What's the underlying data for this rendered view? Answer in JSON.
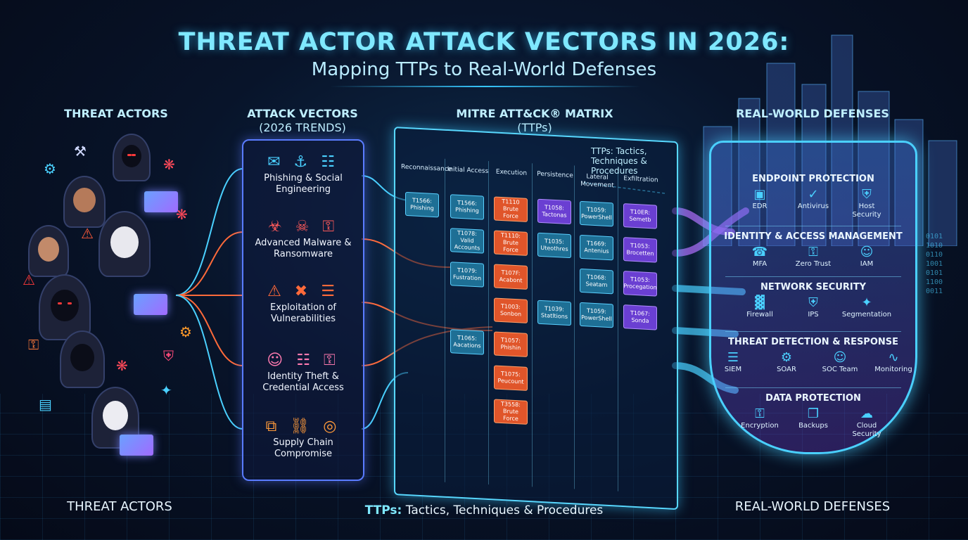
{
  "title": "THREAT ACTOR ATTACK VECTORS IN 2026:",
  "subtitle": "Mapping TTPs to Real-World Defenses",
  "columns": {
    "actors_head": "THREAT ACTORS",
    "vectors_head_1": "ATTACK VECTORS",
    "vectors_head_2": "(2026 TRENDS)",
    "matrix_head_1": "MITRE ATT&CK® MATRIX",
    "matrix_head_2": "(TTPs)",
    "defenses_head": "REAL-WORLD DEFENSES"
  },
  "footer": {
    "actors": "THREAT ACTORS",
    "ttps_bold": "TTPs:",
    "ttps_rest": " Tactics, Techniques & Procedures",
    "defenses": "REAL-WORLD DEFENSES"
  },
  "vectors": [
    {
      "label": "Phishing & Social Engineering",
      "icons": "✉ ⚓ ☷"
    },
    {
      "label": "Advanced Malware & Ransomware",
      "icons": "☣ ☠ ⚿"
    },
    {
      "label": "Exploitation of Vulnerabilities",
      "icons": "⚠ ✖ ☰"
    },
    {
      "label": "Identity Theft & Credential Access",
      "icons": "☺ ☷ ⚿"
    },
    {
      "label": "Supply Chain Compromise",
      "icons": "⧉ ⛓ ◎"
    }
  ],
  "matrix": {
    "note": "TTPs: Tactics, Techniques & Procedures",
    "tactics": [
      "Reconnaissance",
      "Initial Access",
      "Execution",
      "Persistence",
      "Lateral Movement",
      "Exfiltration"
    ],
    "cells": [
      {
        "col": 0,
        "row": 0,
        "id": "T1566:",
        "name": "Phishing",
        "color": "teal"
      },
      {
        "col": 1,
        "row": 0,
        "id": "T1566:",
        "name": "Phishing",
        "color": "teal"
      },
      {
        "col": 1,
        "row": 1,
        "id": "T1078:",
        "name": "Valid Accounts",
        "color": "teal"
      },
      {
        "col": 1,
        "row": 2,
        "id": "T1079:",
        "name": "Fustration",
        "color": "teal"
      },
      {
        "col": 1,
        "row": 4,
        "id": "T1065:",
        "name": "Aacations",
        "color": "teal"
      },
      {
        "col": 2,
        "row": 0,
        "id": "T1110",
        "name": "Brute Force",
        "color": "orange"
      },
      {
        "col": 2,
        "row": 1,
        "id": "T1110:",
        "name": "Brute Force",
        "color": "orange"
      },
      {
        "col": 2,
        "row": 2,
        "id": "T107F:",
        "name": "Acabont",
        "color": "orange"
      },
      {
        "col": 2,
        "row": 3,
        "id": "T1003:",
        "name": "Sonbon",
        "color": "orange"
      },
      {
        "col": 2,
        "row": 4,
        "id": "T1057:",
        "name": "Phishin",
        "color": "orange"
      },
      {
        "col": 2,
        "row": 5,
        "id": "T1075:",
        "name": "Peucount",
        "color": "orange"
      },
      {
        "col": 2,
        "row": 6,
        "id": "T3558:",
        "name": "Brute Force",
        "color": "orange"
      },
      {
        "col": 3,
        "row": 0,
        "id": "T1058:",
        "name": "Tactonas",
        "color": "purple"
      },
      {
        "col": 3,
        "row": 1,
        "id": "T1035:",
        "name": "Uteothres",
        "color": "teal"
      },
      {
        "col": 3,
        "row": 3,
        "id": "T1039:",
        "name": "Statltions",
        "color": "teal"
      },
      {
        "col": 4,
        "row": 0,
        "id": "T1059:",
        "name": "PowerShell",
        "color": "teal"
      },
      {
        "col": 4,
        "row": 1,
        "id": "T1669:",
        "name": "Antenius",
        "color": "teal"
      },
      {
        "col": 4,
        "row": 2,
        "id": "T1068:",
        "name": "Seatam",
        "color": "teal"
      },
      {
        "col": 4,
        "row": 3,
        "id": "T1059:",
        "name": "PowerShell",
        "color": "teal"
      },
      {
        "col": 5,
        "row": 0,
        "id": "T10ER:",
        "name": "Semetb",
        "color": "purple"
      },
      {
        "col": 5,
        "row": 1,
        "id": "T1053:",
        "name": "Brocetten",
        "color": "purple"
      },
      {
        "col": 5,
        "row": 2,
        "id": "T1053:",
        "name": "Procegation",
        "color": "purple"
      },
      {
        "col": 5,
        "row": 3,
        "id": "T1067:",
        "name": "Sonda",
        "color": "purple"
      }
    ]
  },
  "defenses": [
    {
      "title": "ENDPOINT PROTECTION",
      "items": [
        {
          "label": "EDR",
          "icon": "▣"
        },
        {
          "label": "Antivirus",
          "icon": "✓"
        },
        {
          "label": "Host Security",
          "icon": "⛨"
        }
      ]
    },
    {
      "title": "IDENTITY & ACCESS MANAGEMENT",
      "items": [
        {
          "label": "MFA",
          "icon": "☎"
        },
        {
          "label": "Zero Trust",
          "icon": "⚿"
        },
        {
          "label": "IAM",
          "icon": "☺"
        }
      ]
    },
    {
      "title": "NETWORK SECURITY",
      "items": [
        {
          "label": "Firewall",
          "icon": "▓"
        },
        {
          "label": "IPS",
          "icon": "⛨"
        },
        {
          "label": "Segmentation",
          "icon": "✦"
        }
      ]
    },
    {
      "title": "THREAT DETECTION & RESPONSE",
      "items": [
        {
          "label": "SIEM",
          "icon": "☰"
        },
        {
          "label": "SOAR",
          "icon": "⚙"
        },
        {
          "label": "SOC Team",
          "icon": "☺"
        },
        {
          "label": "Monitoring",
          "icon": "∿"
        }
      ]
    },
    {
      "title": "DATA PROTECTION",
      "items": [
        {
          "label": "Encryption",
          "icon": "⚿"
        },
        {
          "label": "Backups",
          "icon": "❐"
        },
        {
          "label": "Cloud Security",
          "icon": "☁"
        }
      ]
    }
  ],
  "colors": {
    "teal": "#1e6f95",
    "orange": "#e0552a",
    "purple": "#6a3fd2",
    "accent": "#4ad0ff"
  }
}
